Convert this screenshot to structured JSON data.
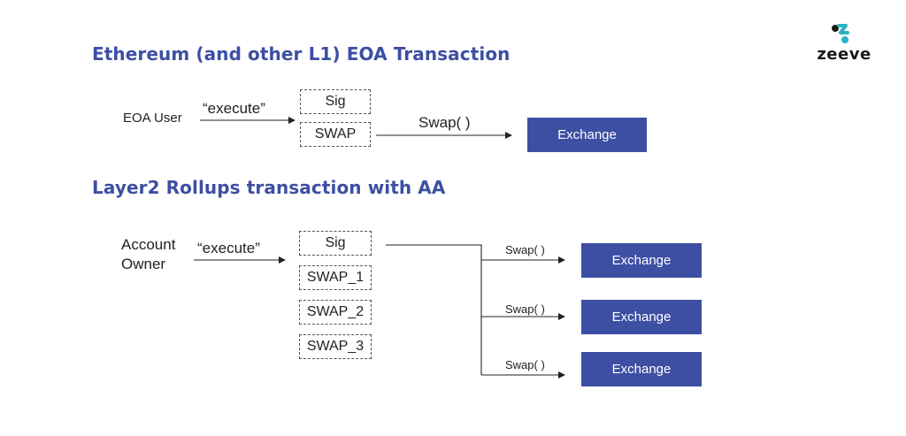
{
  "logo": {
    "wordmark": "zeeve",
    "accent_color": "#2bb3c0"
  },
  "section1": {
    "title": "Ethereum (and other L1) EOA Transaction",
    "actor": "EOA User",
    "execute_label": "“execute”",
    "boxes": [
      "Sig",
      "SWAP"
    ],
    "call_label": "Swap( )",
    "target": "Exchange"
  },
  "section2": {
    "title": "Layer2 Rollups transaction with AA",
    "actor_line1": "Account",
    "actor_line2": "Owner",
    "execute_label": "“execute”",
    "boxes": [
      "Sig",
      "SWAP_1",
      "SWAP_2",
      "SWAP_3"
    ],
    "call_labels": [
      "Swap( )",
      "Swap( )",
      "Swap( )"
    ],
    "targets": [
      "Exchange",
      "Exchange",
      "Exchange"
    ]
  },
  "colors": {
    "title": "#3d4fa3",
    "exchange_fill": "#3d4fa3"
  }
}
